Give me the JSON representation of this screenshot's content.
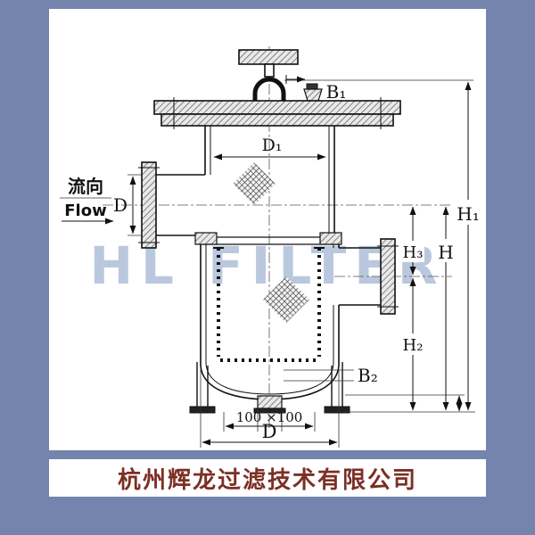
{
  "colors": {
    "frame_blue": "#7484ac",
    "panel_white": "#ffffff",
    "line_black": "#111111",
    "watermark_blue": "#8ca3c8",
    "company_red": "#7c2f24"
  },
  "watermark": {
    "text": "HL FILTER"
  },
  "footer": {
    "company_name": "杭州辉龙过滤技术有限公司"
  },
  "drawing": {
    "flow_cn": "流向",
    "flow_en": "Flow",
    "dim_b1": "B₁",
    "dim_d1": "D₁",
    "dim_d_inlet": "D",
    "dim_h1": "H₁",
    "dim_h": "H",
    "dim_h3": "H₃",
    "dim_h2": "H₂",
    "dim_b2": "B₂",
    "dim_footprint": "100 ×100",
    "dim_d_bottom": "D"
  }
}
